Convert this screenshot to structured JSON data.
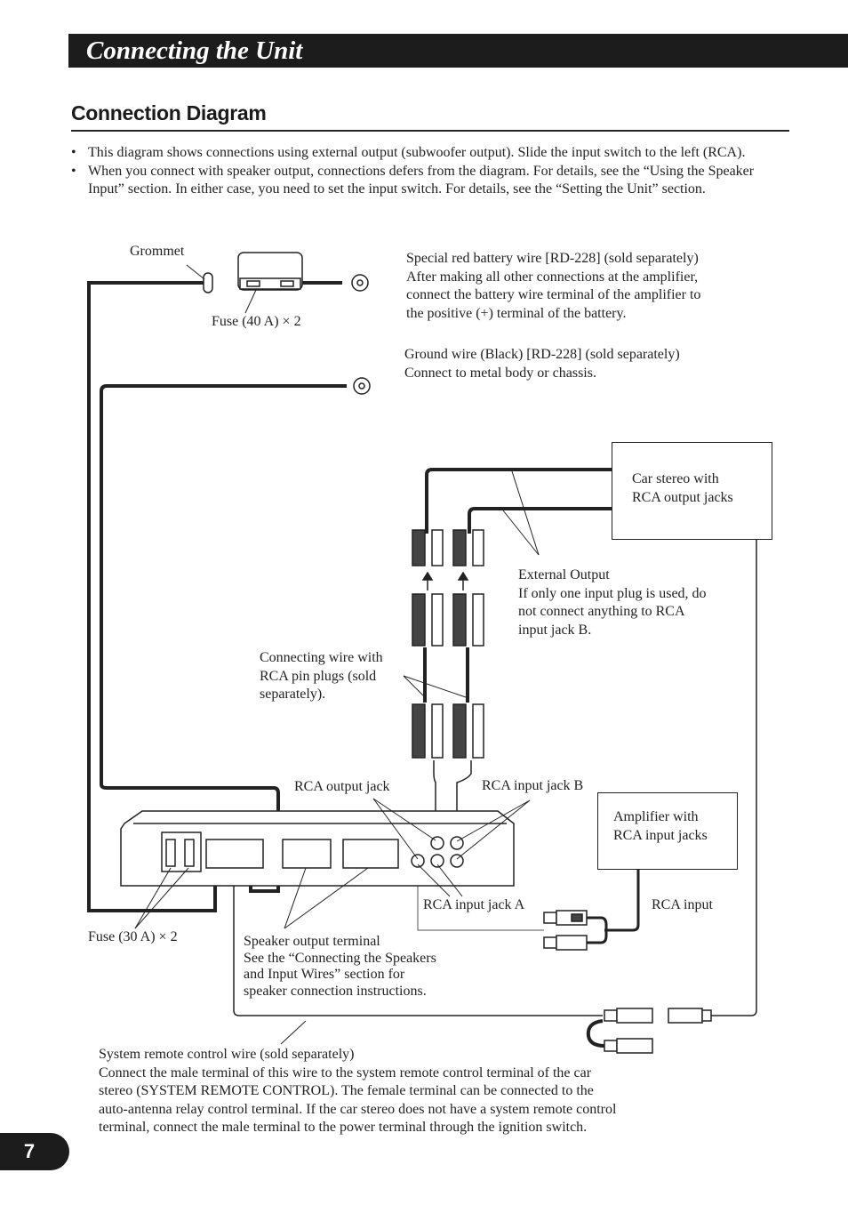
{
  "header": {
    "title": "Connecting the Unit"
  },
  "section": {
    "title": "Connection Diagram"
  },
  "bullets": [
    "This diagram shows connections using external output (subwoofer output). Slide the input switch to the left (RCA).",
    "When you connect with speaker output, connections defers from the diagram. For details, see the “Using the Speaker Input” section. In either case, you need to set the input switch. For details, see the “Setting the Unit” section."
  ],
  "bullet_symbol": "•",
  "labels": {
    "grommet": "Grommet",
    "fuse40": "Fuse (40 A) × 2",
    "battery_wire": [
      "Special red battery wire [RD-228] (sold separately)",
      "After making all other connections at the amplifier,",
      "connect the battery wire terminal of the amplifier to",
      "the positive (+) terminal of the battery."
    ],
    "ground_wire": [
      "Ground wire (Black) [RD-228] (sold separately)",
      "Connect to metal body or chassis."
    ],
    "car_stereo": [
      "Car stereo with",
      "RCA output jacks"
    ],
    "external_output": [
      "External Output",
      "If only one input plug is used, do",
      "not connect anything to RCA",
      "input jack B."
    ],
    "connecting_wire": [
      "Connecting wire with",
      "RCA pin plugs (sold",
      "separately)."
    ],
    "rca_output_jack": "RCA output jack",
    "rca_input_jack_b": "RCA input jack B",
    "amplifier": [
      "Amplifier with",
      "RCA input jacks"
    ],
    "rca_input_jack_a": "RCA input jack A",
    "rca_input": "RCA input",
    "fuse30": "Fuse (30 A) × 2",
    "speaker_terminal": [
      "Speaker output terminal",
      "See the “Connecting the Speakers",
      "and Input Wires” section for",
      "speaker connection instructions."
    ],
    "remote_wire": [
      "System remote control wire (sold separately)",
      "Connect the male terminal of this wire to the system remote control terminal of the car",
      "stereo (SYSTEM REMOTE CONTROL). The female terminal can be connected to the",
      "auto-antenna relay control terminal. If the car stereo does not have a system remote control",
      "terminal, connect the male terminal to the power terminal through the ignition switch."
    ]
  },
  "page_number": "7"
}
